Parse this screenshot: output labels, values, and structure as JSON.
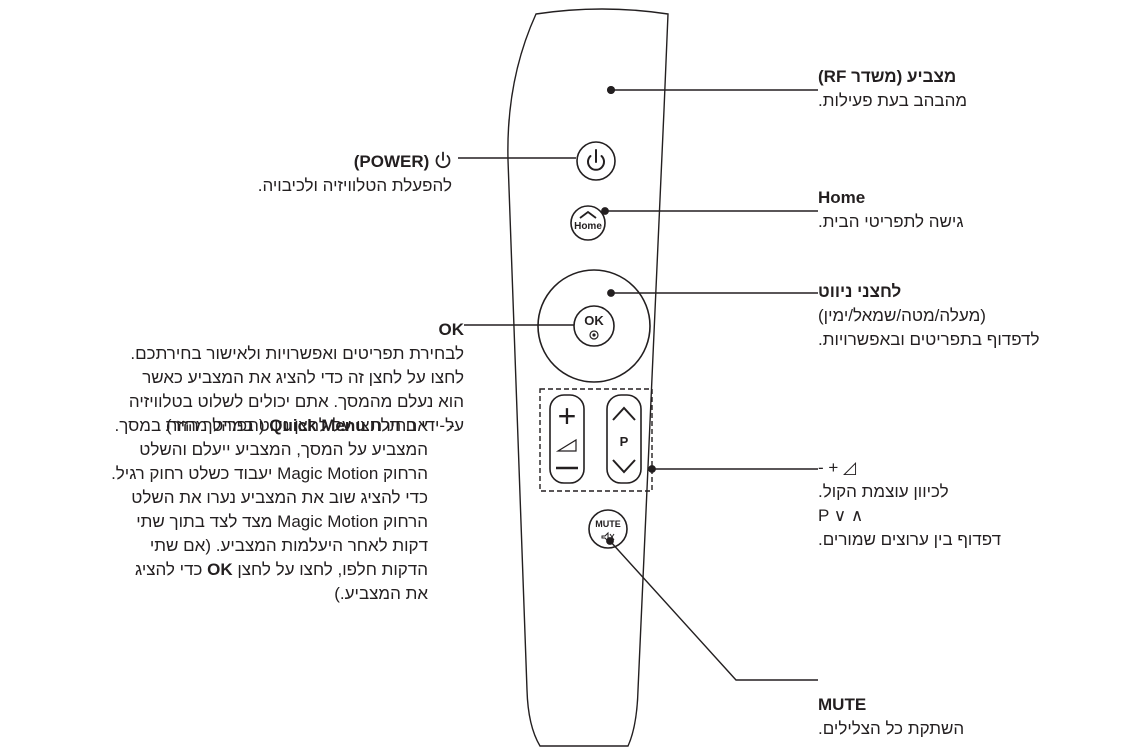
{
  "remote": {
    "home_key": "Home",
    "ok_key": "OK",
    "volume_plus": "+",
    "volume_minus": "—",
    "channel_key": "P",
    "mute_key": "MUTE"
  },
  "callouts": {
    "pointer": {
      "title": "מצביע (משדר RF)",
      "desc": "מהבהב בעת פעילות."
    },
    "power": {
      "title": "(POWER)",
      "desc": "להפעלת הטלוויזיה ולכיבויה."
    },
    "home": {
      "title": "Home",
      "desc": "גישה לתפריטי הבית."
    },
    "nav": {
      "title": "לחצני ניווט",
      "line1": "(מעלה/מטה/שמאל/ימין)",
      "line2": "לדפדוף בתפריטים ובאפשרויות."
    },
    "volume": {
      "key": "- + ◿",
      "desc": "לכיוון עוצמת הקול.",
      "pkey": "P ∨ ∧",
      "pdesc": "דפדוף בין ערוצים שמורים."
    },
    "ok": {
      "title": "OK",
      "line1": "לבחירת תפריטים ואפשרויות ולאישור בחירתכם.",
      "line2": "לחצו על לחצן זה כדי להציג את המצביע כאשר",
      "line3": "הוא נעלם מהמסך. אתם יכולים לשלוט בטלוויזיה",
      "line4_a": "על-ידי בחירת ",
      "line4_b": "Quick Menu",
      "line4_c": " (תפריט מהיר) במסך.",
      "dash": "-",
      "note1": "אם תלחצו על לחצן ניווט במהלך הזזת",
      "note2": "המצביע על המסך, המצביע ייעלם והשלט",
      "note3": "הרחוק Magic Motion יעבוד כשלט רחוק רגיל.",
      "note4": "כדי להציג שוב את המצביע נערו את השלט",
      "note5": "הרחוק Magic Motion מצד לצד בתוך שתי",
      "note6": "דקות לאחר היעלמות המצביע. (אם שתי",
      "note7_a": "הדקות חלפו, לחצו על לחצן ",
      "note7_b": "OK",
      "note7_c": " כדי להציג",
      "note8": "את המצביע.)"
    },
    "mute": {
      "title": "MUTE",
      "desc": "השתקת כל הצלילים."
    }
  }
}
